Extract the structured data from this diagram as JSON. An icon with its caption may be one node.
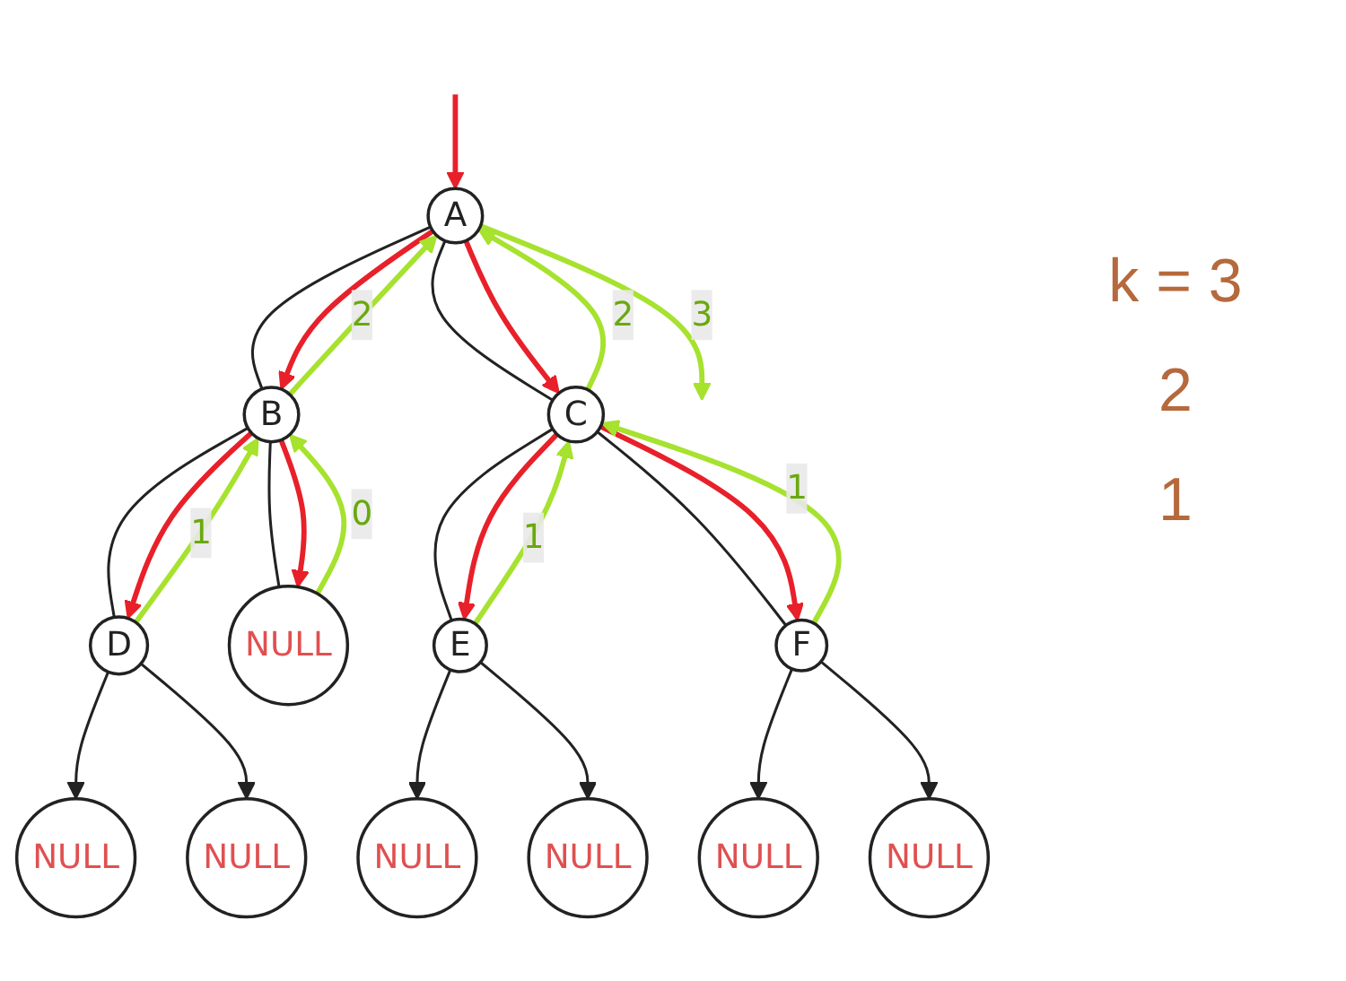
{
  "diagram": {
    "nodes": [
      {
        "text": [
          "A"
        ]
      },
      {
        "text": [
          "B"
        ]
      },
      {
        "text": [
          "C"
        ]
      },
      {
        "text": [
          "D"
        ]
      },
      {
        "text": [
          "NULL"
        ]
      },
      {
        "text": [
          "E"
        ]
      },
      {
        "text": [
          "F"
        ]
      },
      {
        "text": [
          "NULL"
        ]
      },
      {
        "text": [
          "NULL"
        ]
      },
      {
        "text": [
          "NULL"
        ]
      },
      {
        "text": [
          "NULL"
        ]
      },
      {
        "text": [
          "NULL"
        ]
      },
      {
        "text": [
          "NULL"
        ]
      }
    ],
    "edges": [
      {
        "from": 0,
        "to": 1,
        "arrow": "none"
      },
      {
        "from": 0,
        "to": 2,
        "arrow": "none"
      },
      {
        "from": 1,
        "to": 3,
        "arrow": "none"
      },
      {
        "from": 1,
        "to": 4,
        "arrow": "none"
      },
      {
        "from": 2,
        "to": 5,
        "arrow": "none"
      },
      {
        "from": 2,
        "to": 6,
        "arrow": "none"
      },
      {
        "from": 3,
        "to": 7,
        "arrow": "to"
      },
      {
        "from": 3,
        "to": 8,
        "arrow": "to"
      },
      {
        "from": 5,
        "to": 9,
        "arrow": "to"
      },
      {
        "from": 5,
        "to": 10,
        "arrow": "to"
      },
      {
        "from": 6,
        "to": 11,
        "arrow": "to"
      },
      {
        "from": 6,
        "to": 12,
        "arrow": "to"
      },
      {
        "from": null,
        "to": 0,
        "arrow": "to",
        "color": "#e8202a"
      },
      {
        "from": 0,
        "to": null,
        "arrow": "to",
        "label": "3",
        "color": "#a6e22e"
      },
      {
        "from": 0,
        "to": 1,
        "arrow": "to",
        "color": "#e8202a"
      },
      {
        "from": 1,
        "to": 0,
        "arrow": "to",
        "label": "2",
        "color": "#a6e22e"
      },
      {
        "from": 0,
        "to": 2,
        "arrow": "to",
        "color": "#e8202a"
      },
      {
        "from": 2,
        "to": 0,
        "arrow": "to",
        "label": "2",
        "color": "#a6e22e"
      },
      {
        "from": 1,
        "to": 3,
        "arrow": "to",
        "color": "#e8202a"
      },
      {
        "from": 3,
        "to": 1,
        "arrow": "to",
        "label": "1",
        "color": "#a6e22e"
      },
      {
        "from": 1,
        "to": 4,
        "arrow": "to",
        "color": "#e8202a"
      },
      {
        "from": 4,
        "to": 1,
        "arrow": "to",
        "label": "0",
        "color": "#a6e22e"
      },
      {
        "from": 2,
        "to": 5,
        "arrow": "to",
        "color": "#e8202a"
      },
      {
        "from": 5,
        "to": 2,
        "arrow": "to",
        "label": "1",
        "color": "#a6e22e"
      },
      {
        "from": 2,
        "to": 6,
        "arrow": "to",
        "color": "#e8202a"
      },
      {
        "from": 6,
        "to": 2,
        "arrow": "to",
        "label": "1",
        "color": "#a6e22e"
      }
    ],
    "labels": [
      "k = 3",
      "2",
      "1"
    ]
  }
}
